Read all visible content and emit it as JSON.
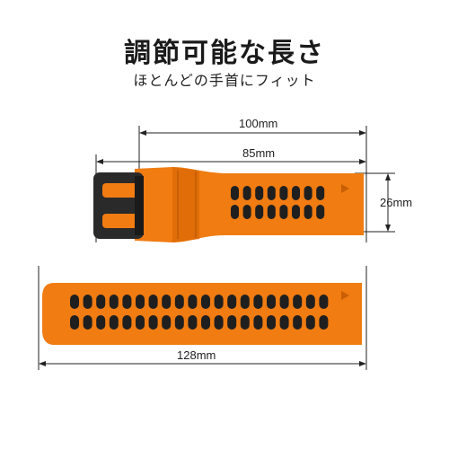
{
  "header": {
    "title": "調節可能な長さ",
    "subtitle": "ほとんどの手首にフィット"
  },
  "dimensions": {
    "overall_length": "100mm",
    "short_piece_length": "85mm",
    "band_width": "26mm",
    "long_piece_length": "128mm"
  },
  "colors": {
    "band": "#f07c12",
    "band_shadow": "#c85f05",
    "holes": "#1f1f1f",
    "buckle": "#2a2a2a",
    "dimension_lines": "#222222"
  },
  "icons": {
    "tip_arrow": "triangle-right-icon",
    "buckle": "buckle-icon"
  }
}
